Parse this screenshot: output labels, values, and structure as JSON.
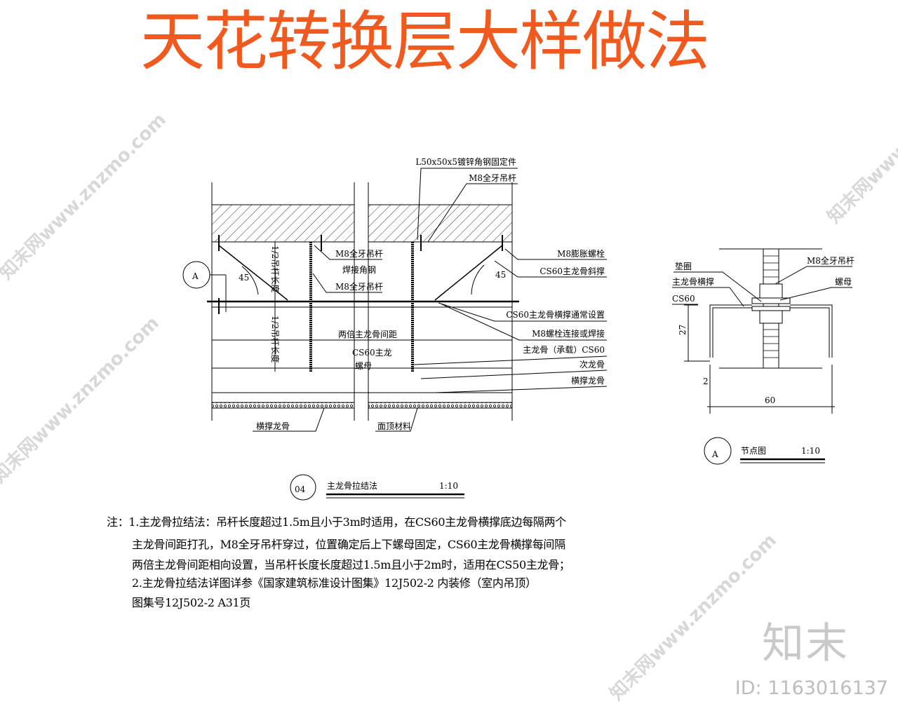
{
  "title": "天花转换层大样做法",
  "title_color": "#f05a1e",
  "watermark": "知末网www.znzmo.com",
  "brand": "知末",
  "id_label": "ID: 1163016137",
  "detail_04": {
    "number": "04",
    "name": "主龙骨拉结法",
    "scale": "1:10",
    "labels": {
      "angle_fixing": "L50x50x5镀锌角钢固定件",
      "rod_top": "M8全牙吊杆",
      "expansion_bolt": "M8膨胀螺栓",
      "diagonal_brace": "CS60主龙骨斜撑",
      "cross_brace": "CS60主龙骨横撑通常设置",
      "bolt_weld": "M8螺栓连接或焊接",
      "main_keel": "主龙骨（承载）CS60",
      "secondary_keel": "次龙骨",
      "cross_keel_right": "横撑龙骨",
      "rod_left1": "M8全牙吊杆",
      "weld_angle": "焊接角钢",
      "rod_left2": "M8全牙吊杆",
      "double_spacing": "两倍主龙骨间距",
      "cs60_main": "CS60主龙",
      "nut": "螺母",
      "cross_keel_bottom": "横撑龙骨",
      "finish_material": "面顶材料",
      "half_rod_upper": "1/2吊杆长度",
      "half_rod_lower": "1/2吊杆长度",
      "angle": "45",
      "callout": "A"
    }
  },
  "detail_A": {
    "letter": "A",
    "name": "节点图",
    "scale": "1:10",
    "labels": {
      "washer": "垫圈",
      "cross_brace": "主龙骨横撑",
      "cs60": "CS60",
      "rod": "M8全牙吊杆",
      "nut": "螺母",
      "dim_27": "27",
      "dim_2": "2",
      "dim_60": "60"
    }
  },
  "notes": [
    "注：1.主龙骨拉结法：吊杆长度超过1.5m且小于3m时适用，在CS60主龙骨横撑底边每隔两个",
    "主龙骨间距打孔，M8全牙吊杆穿过，位置确定后上下螺母固定，CS60主龙骨横撑每间隔",
    "两倍主龙骨间距相向设置，当吊杆长度长度超过1.5m且小于2m时，适用在CS50主龙骨；",
    "2.主龙骨拉结法详图详参《国家建筑标准设计图集》12J502-2 内装修（室内吊顶）",
    "图集号12J502-2   A31页"
  ]
}
